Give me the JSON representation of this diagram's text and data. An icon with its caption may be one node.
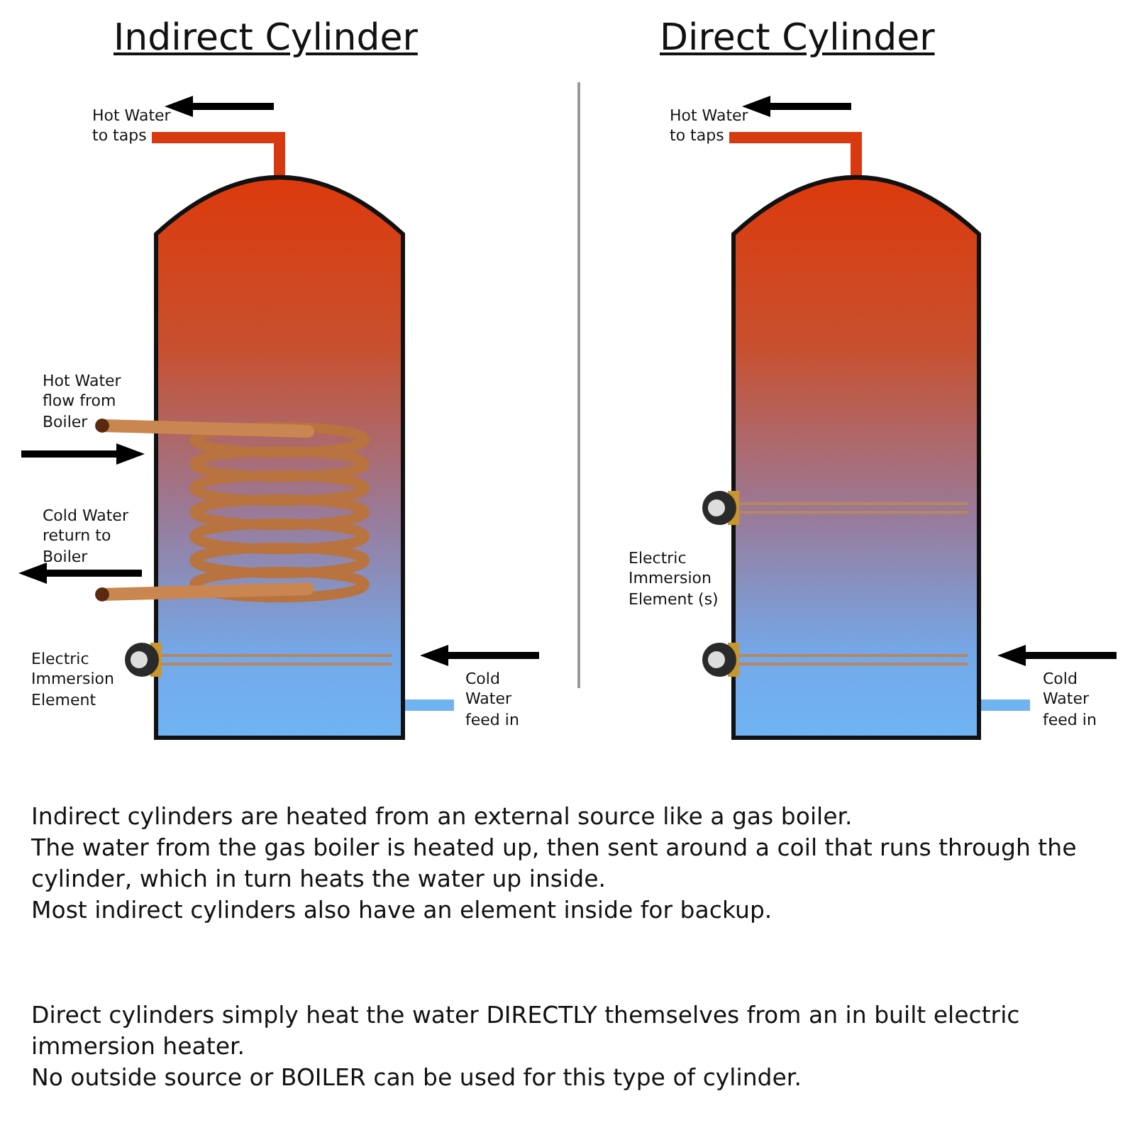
{
  "diagram": {
    "labels": [
      "Indirect Cylinder",
      "Direct Cylinder",
      "Hot Water to taps",
      "Hot Water to taps",
      "Hot Water flow from Boiler",
      "Cold Water return to Boiler",
      "Electric Immersion Element (s)",
      "Electric Immersion Element",
      "Cold Water feed in",
      "Cold Water feed in",
      "Indirect cylinders are heated from an external source like a gas boiler.",
      "The water from the gas boiler is heated up, then sent around a coil that runs through the cylinder, which in turn heats the water up inside.",
      "Most indirect cylinders also have an element inside for backup.",
      "Direct cylinders simply heat the water DIRECTLY themselves from an in built electric immersion heater.",
      "No outside source or BOILER can be used for this type of cylinder."
    ]
  }
}
